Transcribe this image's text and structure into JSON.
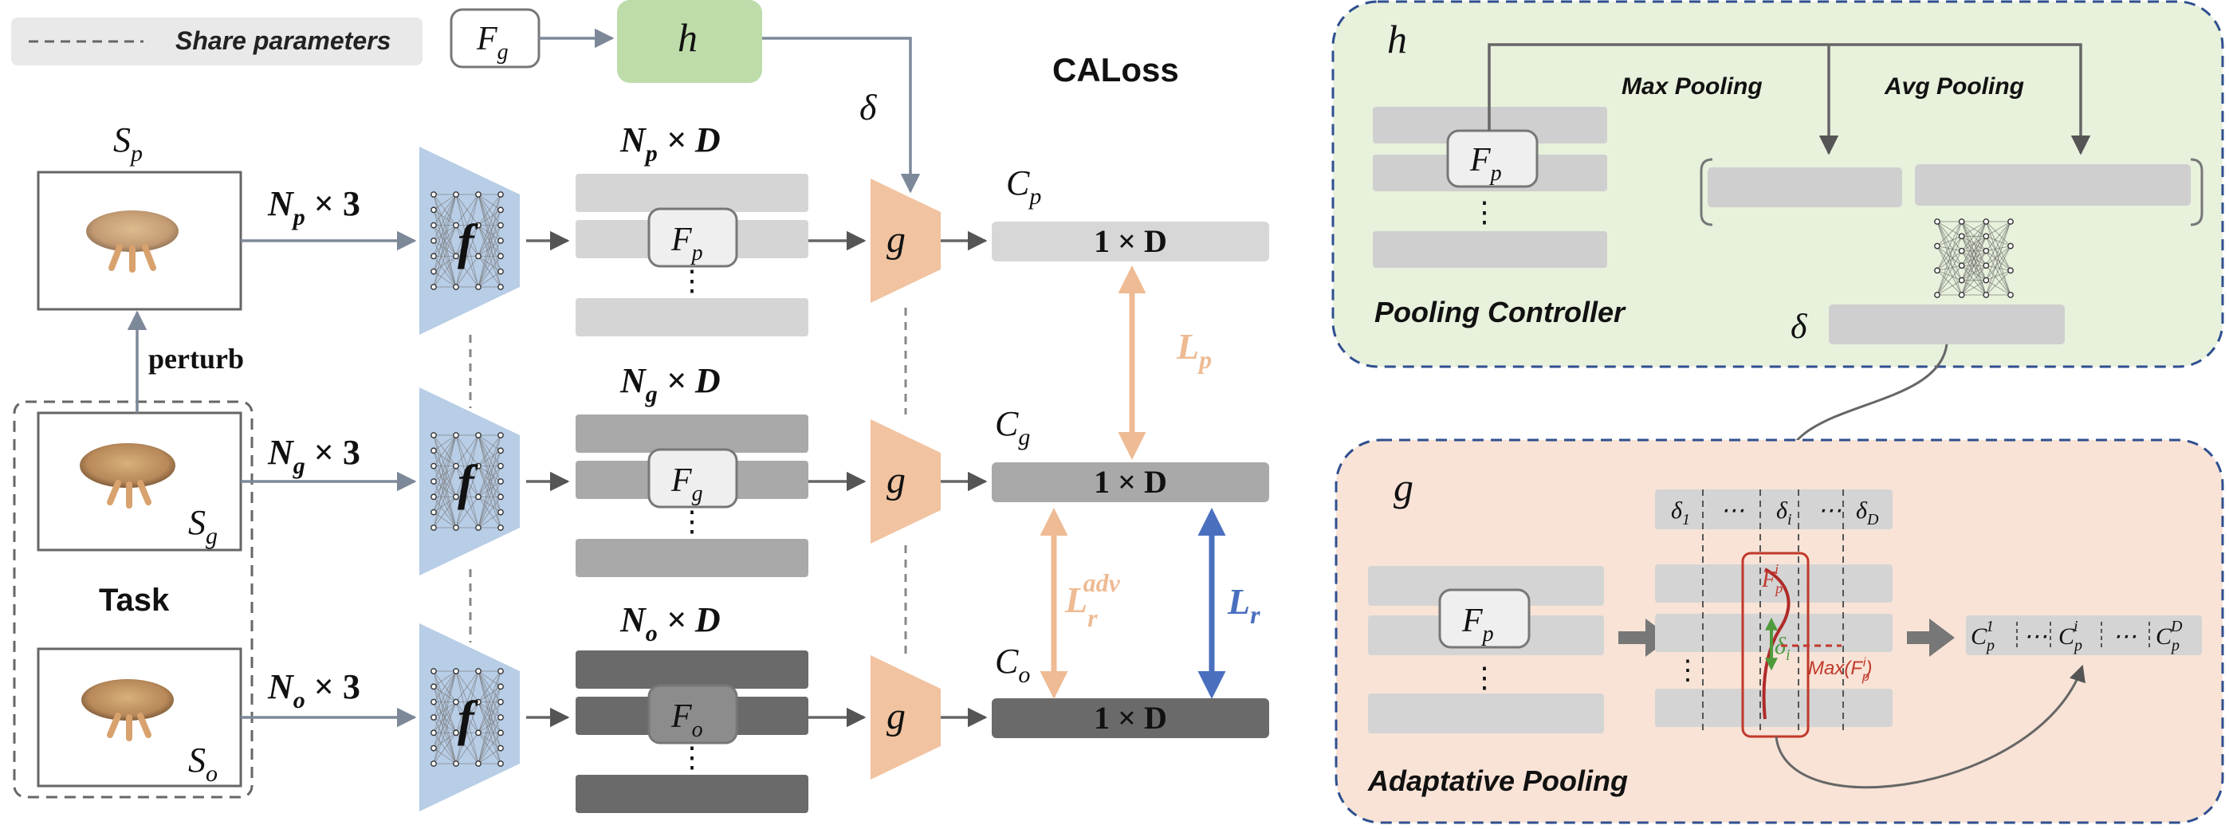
{
  "legend": {
    "text": "Share parameters",
    "fg_label": "F",
    "fg_sub": "g",
    "h_label": "h"
  },
  "caloss_title": "CALoss",
  "delta": "δ",
  "perturb": "perturb",
  "task": "Task",
  "samples": [
    {
      "label": "S",
      "sub": "p"
    },
    {
      "label": "S",
      "sub": "g"
    },
    {
      "label": "S",
      "sub": "o"
    }
  ],
  "input_dims": [
    {
      "n": "N",
      "sub": "p",
      "tail": " × 3"
    },
    {
      "n": "N",
      "sub": "g",
      "tail": " × 3"
    },
    {
      "n": "N",
      "sub": "o",
      "tail": " × 3"
    }
  ],
  "encoder_label": "f",
  "feature_dims": [
    {
      "n": "N",
      "sub": "p",
      "tail": " × D"
    },
    {
      "n": "N",
      "sub": "g",
      "tail": " × D"
    },
    {
      "n": "N",
      "sub": "o",
      "tail": " × D"
    }
  ],
  "feature_labels": [
    {
      "label": "F",
      "sub": "p"
    },
    {
      "label": "F",
      "sub": "g"
    },
    {
      "label": "F",
      "sub": "o"
    }
  ],
  "dots": "⋮",
  "pool_label": "g",
  "outputs": [
    {
      "label": "C",
      "sub": "p",
      "dim": "1 × D"
    },
    {
      "label": "C",
      "sub": "g",
      "dim": "1 × D"
    },
    {
      "label": "C",
      "sub": "o",
      "dim": "1 × D"
    }
  ],
  "losses": {
    "lp": {
      "label": "L",
      "sub": "p"
    },
    "lradv": {
      "label": "L",
      "sub": "r",
      "sup": "adv"
    },
    "lr": {
      "label": "L",
      "sub": "r"
    }
  },
  "h_panel": {
    "title": "h",
    "max_pooling": "Max Pooling",
    "avg_pooling": "Avg Pooling",
    "fp_label": "F",
    "fp_sub": "p",
    "delta": "δ",
    "caption": "Pooling Controller"
  },
  "g_panel": {
    "title": "g",
    "delta_cells": [
      "δ",
      "⋯",
      "δ",
      "⋯",
      "δ"
    ],
    "delta_subs": [
      "1",
      "",
      "i",
      "",
      "D"
    ],
    "fp_label": "F",
    "fp_sub": "p",
    "fpi_label": "F",
    "fpi_sub": "p",
    "fpi_sup": "i",
    "delta_i": "δ",
    "delta_i_sub": "i",
    "max_text": "Max(F",
    "max_sub": "p",
    "max_sup": "i",
    "max_close": ")",
    "out_cells": [
      "C",
      "⋯",
      "C",
      "⋯",
      "C"
    ],
    "out_subs": [
      "p",
      "",
      "p",
      "",
      "p"
    ],
    "out_sups": [
      "1",
      "",
      "i",
      "",
      "D"
    ],
    "caption": "Adaptative Pooling"
  },
  "colors": {
    "green_panel": "#e7f1dc",
    "orange_panel": "#f8e3d6",
    "blue_encoder": "#b8cde6",
    "orange_pool": "#f1c3a0",
    "orange_arrow": "#eebb94",
    "blue_arrow": "#4a6fbf",
    "red": "#c0392b"
  }
}
